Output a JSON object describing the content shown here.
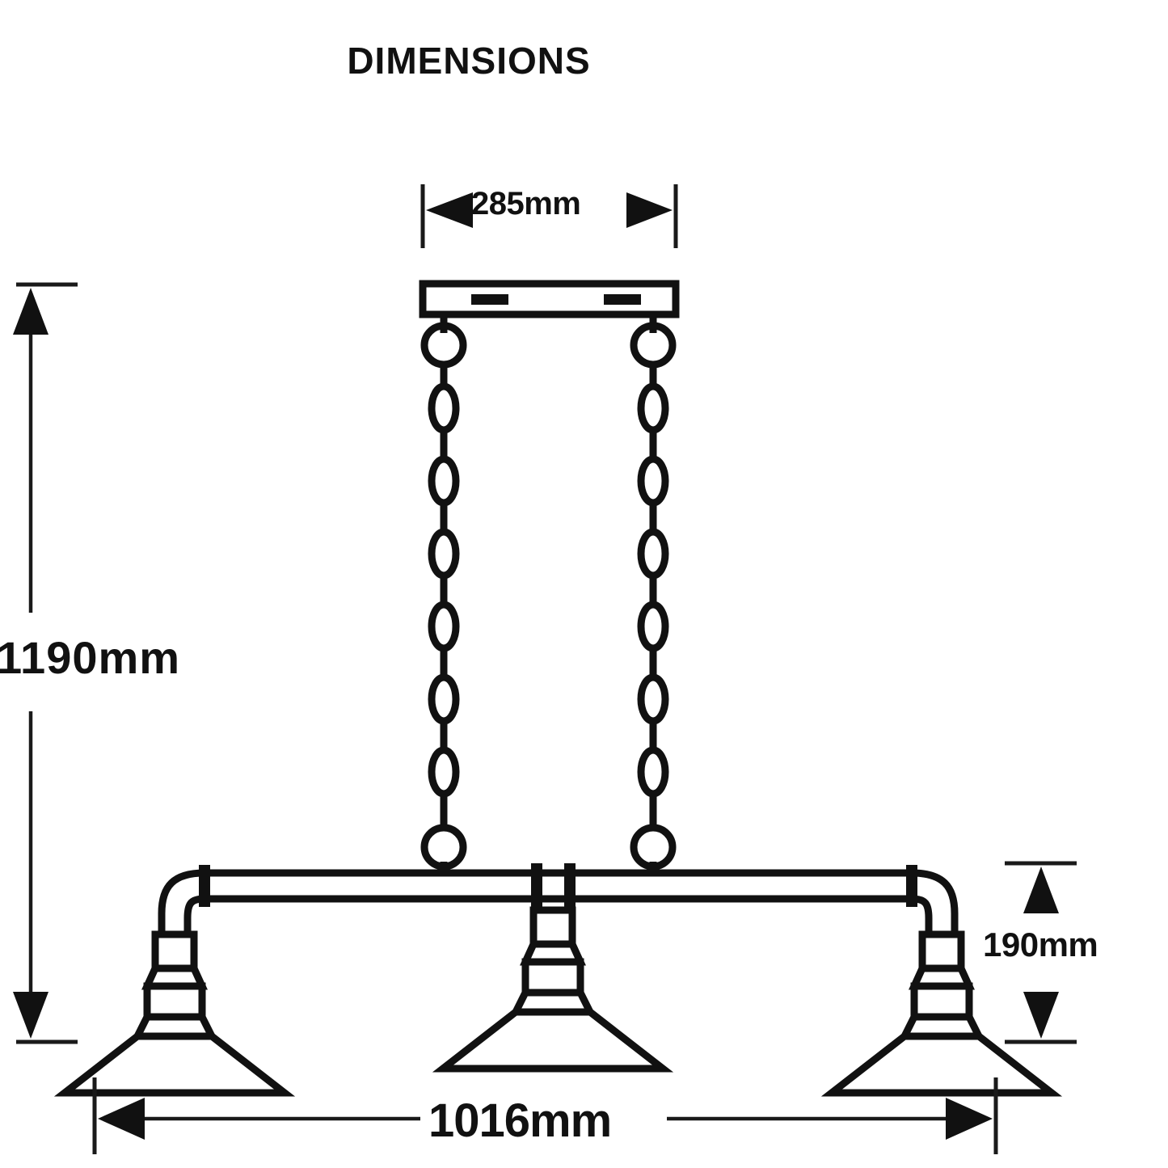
{
  "title": "DIMENSIONS",
  "drawing": {
    "subject": "three-light-pendant-ceiling-bar",
    "line_color": "#111111",
    "background_color": "#ffffff",
    "lamp_count": 3,
    "chain_count": 2
  },
  "dimensions": {
    "width_overall": "1016mm",
    "height_overall": "1190mm",
    "ceiling_plate_width": "285mm",
    "shade_drop": "190mm"
  },
  "labels": {
    "top": "285mm",
    "left": "1190mm",
    "right": "190mm",
    "bottom": "1016mm"
  }
}
